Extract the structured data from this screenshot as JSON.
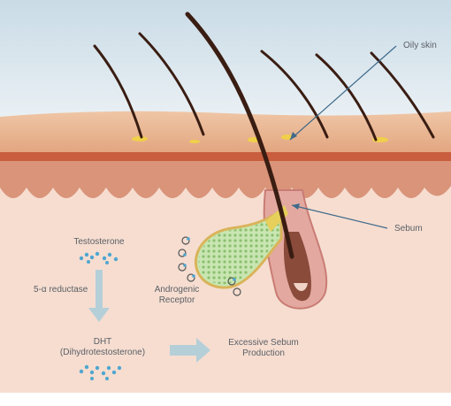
{
  "labels": {
    "oily_skin": "Oily skin",
    "sebum": "Sebum",
    "testosterone": "Testosterone",
    "reductase": "5-α reductase",
    "dht_line1": "DHT",
    "dht_line2": "(Dihydrotestosterone)",
    "androgenic_line1": "Androgenic",
    "androgenic_line2": "Receptor",
    "excessive_line1": "Excessive Sebum",
    "excessive_line2": "Production"
  },
  "colors": {
    "sky": "#d9e6ee",
    "skin_surface": "#e6b08a",
    "epidermis": "#cf7d5e",
    "dermis": "#f6ddd0",
    "hair": "#3a1d12",
    "sebum": "#e8c63a",
    "gland": "#a9d38d",
    "molecule": "#4fa6cf",
    "arrow": "#b5cfd8"
  }
}
